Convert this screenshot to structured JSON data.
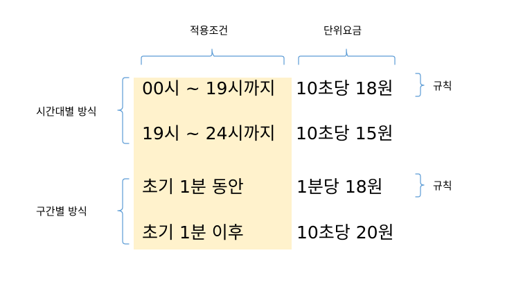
{
  "colors": {
    "highlight": "#fff2cc",
    "bracket": "#5b9bd5",
    "text": "#000000"
  },
  "headers": {
    "condition": "적용조건",
    "unit_price": "단위요금"
  },
  "groups": [
    {
      "name": "시간대별 방식",
      "rows": [
        {
          "condition": "00시 ~ 19시까지",
          "price": "10초당 18원"
        },
        {
          "condition": "19시 ~ 24시까지",
          "price": "10초당 15원"
        }
      ],
      "rule_label": "규칙"
    },
    {
      "name": "구간별 방식",
      "rows": [
        {
          "condition": "초기 1분 동안",
          "price": "1분당 18원"
        },
        {
          "condition": "초기 1분 이후",
          "price": "10초당 20원"
        }
      ],
      "rule_label": "규칙"
    }
  ]
}
